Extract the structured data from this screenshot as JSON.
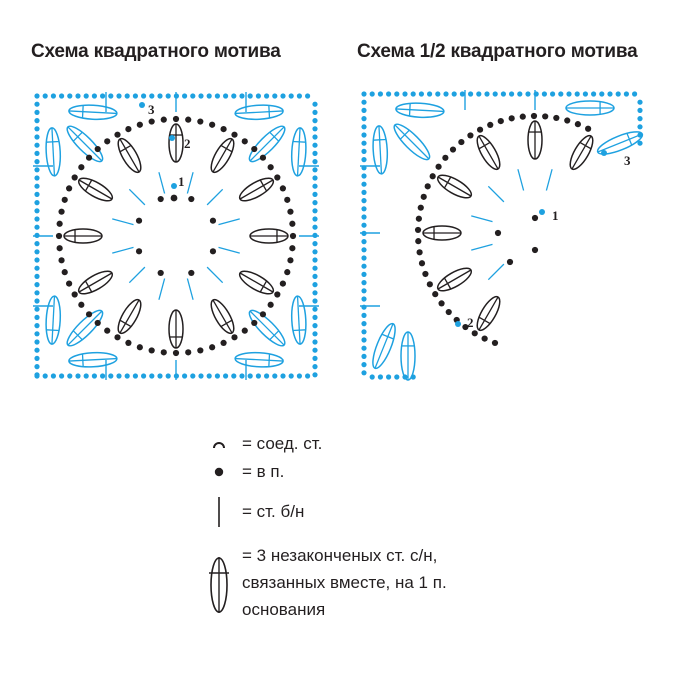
{
  "titles": {
    "left": "Схема квадратного мотива",
    "right": "Схема 1/2 квадратного мотива"
  },
  "colors": {
    "stitch": "#231f20",
    "accent": "#1ea1e0",
    "background": "#ffffff"
  },
  "row_markers": {
    "left": [
      "1",
      "2",
      "3"
    ],
    "right": [
      "1",
      "2",
      "3"
    ]
  },
  "legend": [
    {
      "symbol": "slip-stitch-arc-icon",
      "text": "= соед. ст."
    },
    {
      "symbol": "chain-dot-icon",
      "text": "= в  п."
    },
    {
      "symbol": "single-crochet-bar-icon",
      "text": "= ст. б/н"
    },
    {
      "symbol": "cluster-3dc-icon",
      "lines": [
        "= 3 незаконченых ст. с/н,",
        "связанных вместе, на 1 п.",
        "основания"
      ]
    }
  ]
}
